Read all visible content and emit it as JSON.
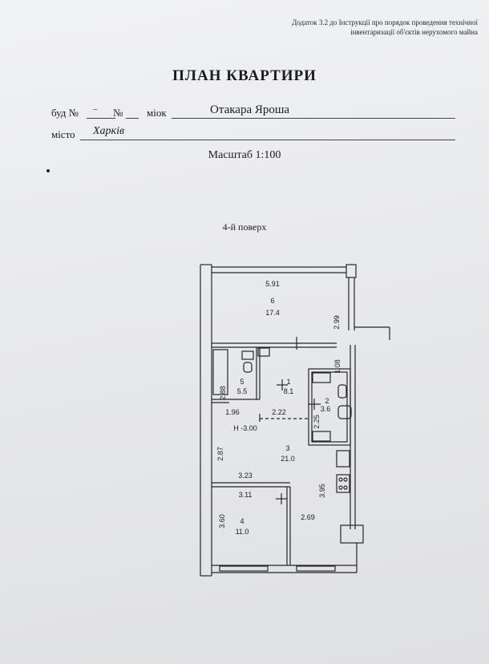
{
  "header_note": {
    "line1": "Додаток 3.2 до Інструкції про порядок проведення технічної",
    "line2": "інвентаризації об'єктів нерухомого майна"
  },
  "title": "ПЛАН КВАРТИРИ",
  "address": {
    "bud_label": "буд №",
    "bud_value": "–",
    "no_label": "№",
    "street_label": "міок",
    "street_value": "Отакара Яроша",
    "city_label": "місто",
    "city_value": "Харків"
  },
  "scale": "Масштаб 1:100",
  "floor": "4-й поверх",
  "plan": {
    "rooms": [
      {
        "number": "6",
        "area": "17.4"
      },
      {
        "number": "5",
        "area": "5.5"
      },
      {
        "number": "1",
        "area": "8.1"
      },
      {
        "number": "2",
        "area": "3.6"
      },
      {
        "number": "3",
        "area": "21.0"
      },
      {
        "number": "4",
        "area": "11.0"
      }
    ],
    "dimensions": {
      "d591": "5.91",
      "d299": "2.99",
      "d108": "1.08",
      "d288": "2.88",
      "d196": "1.96",
      "d222": "2.22",
      "d225": "2.25",
      "height": "Н -3.00",
      "d287": "2.87",
      "d323": "3.23",
      "d311": "3.11",
      "d395": "3.95",
      "d360": "3.60",
      "d269": "2.69"
    }
  }
}
